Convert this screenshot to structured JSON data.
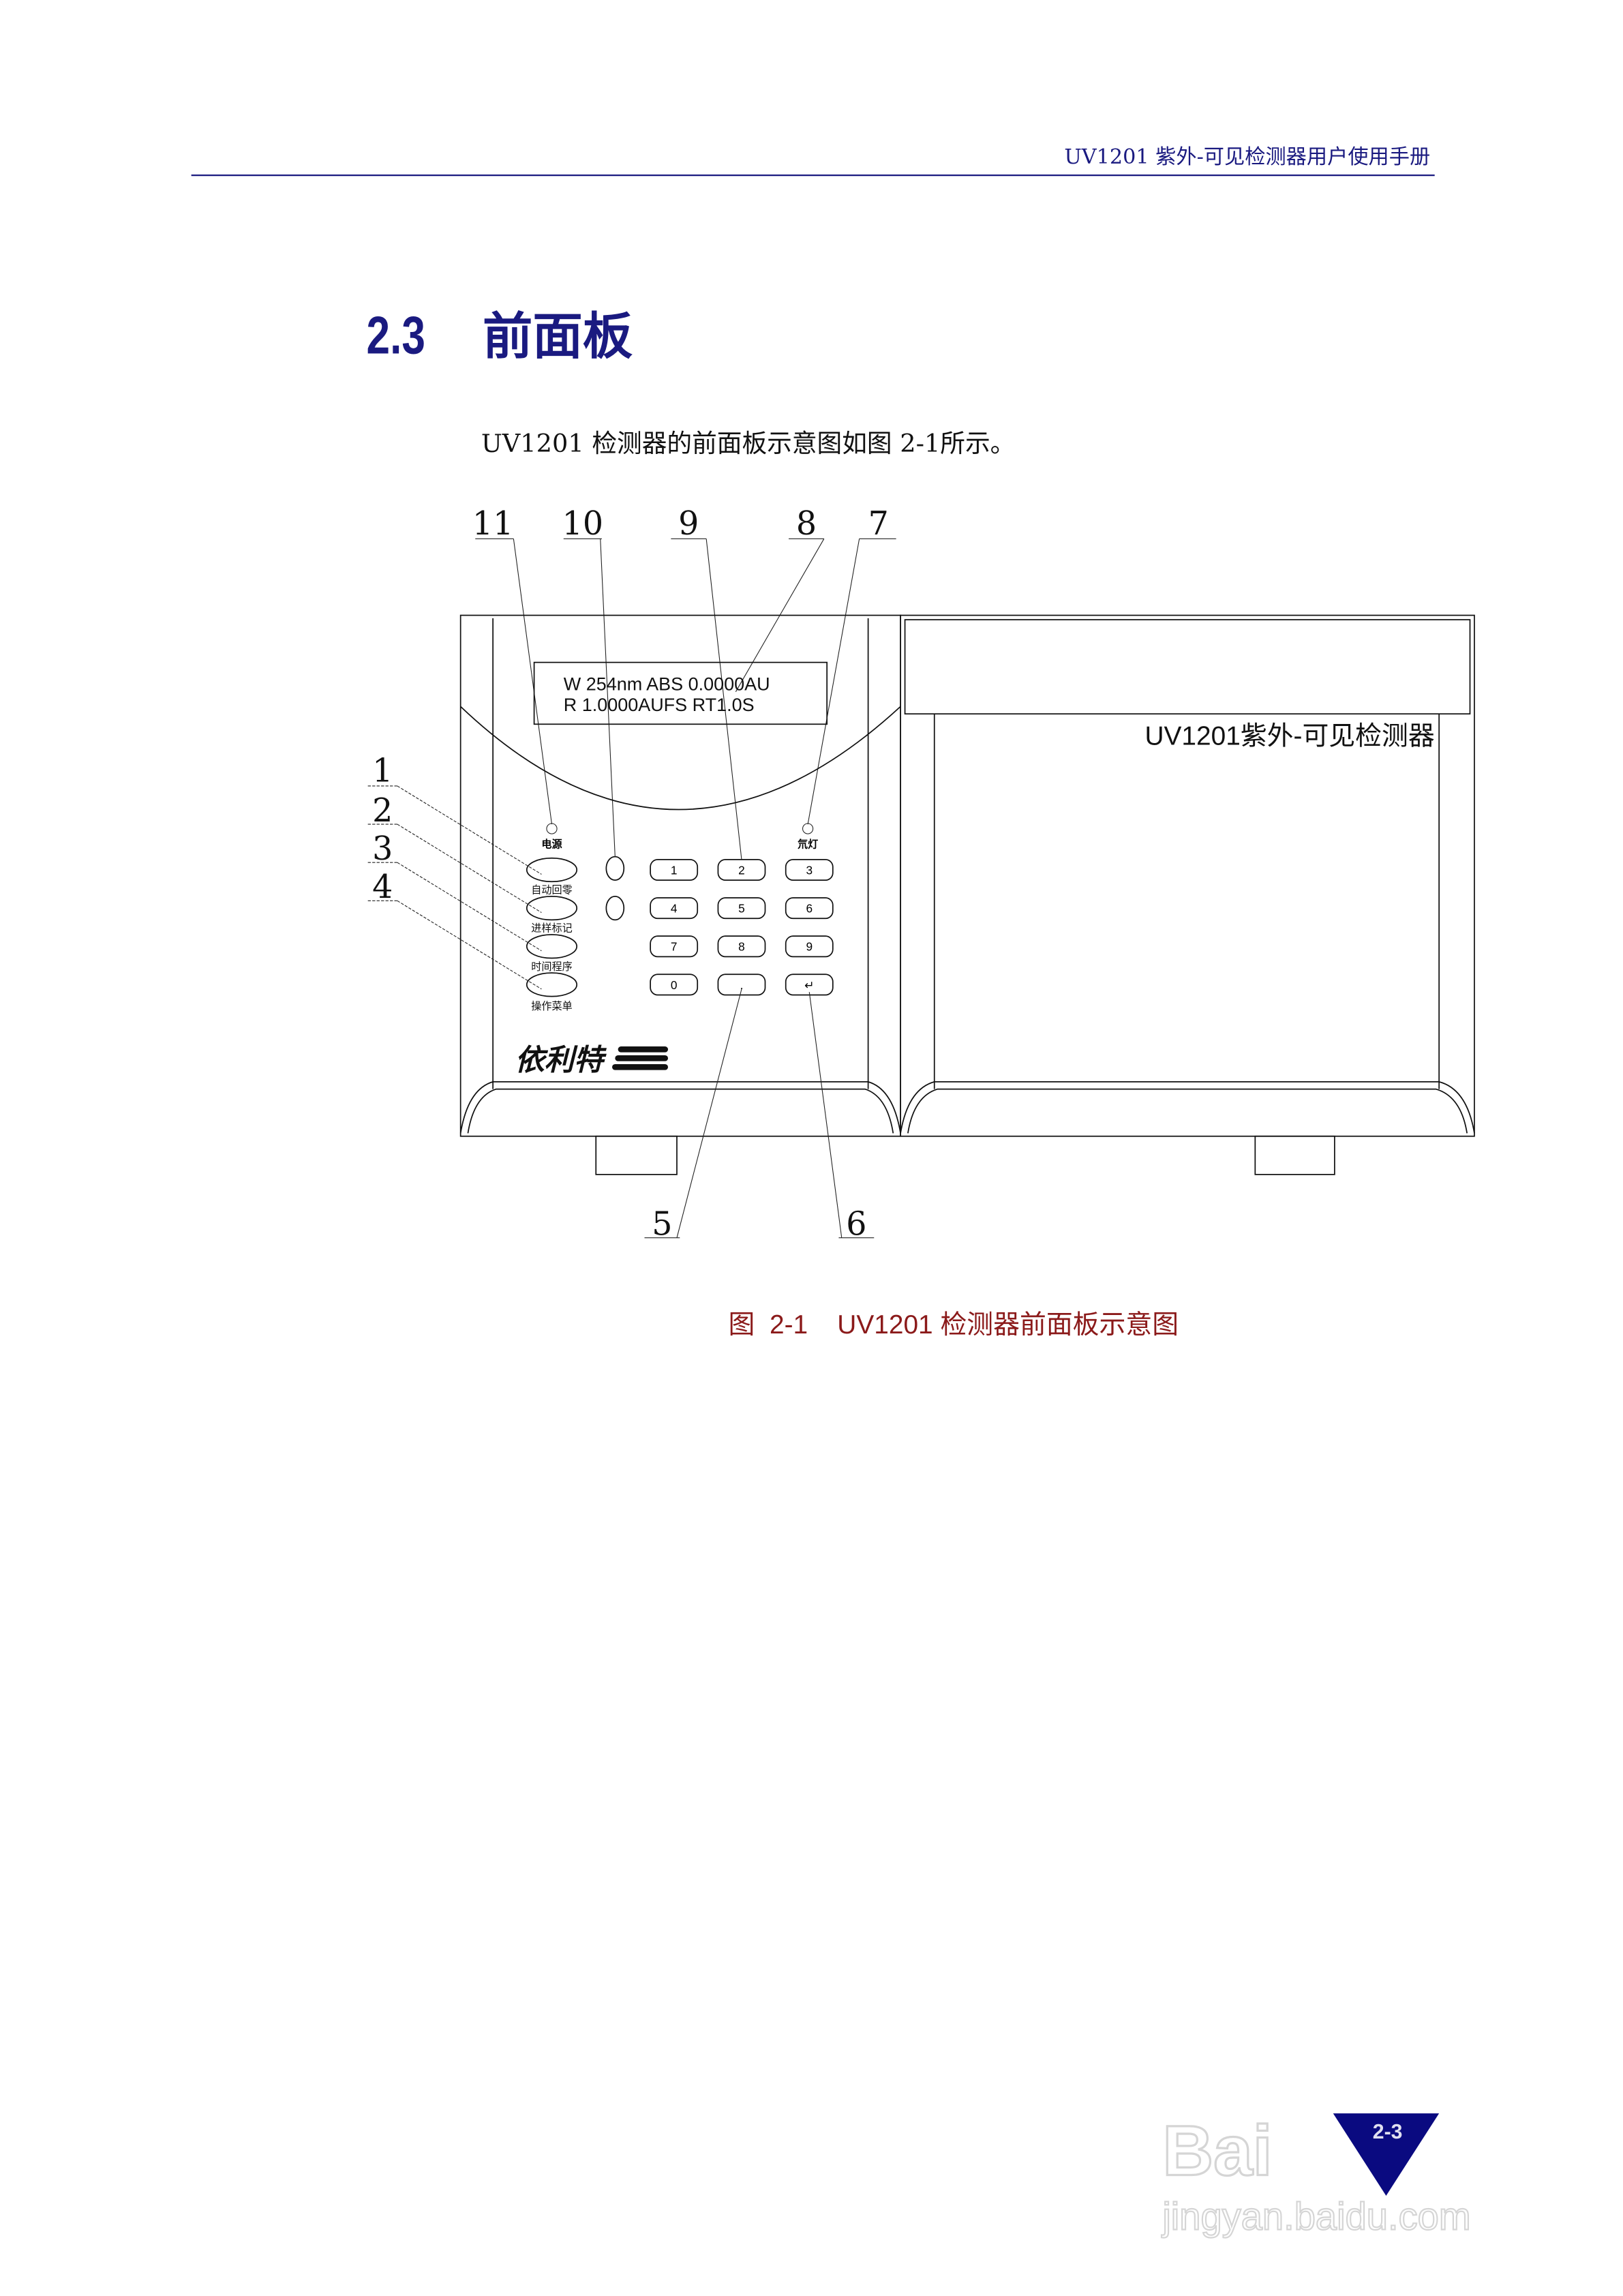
{
  "header": {
    "title": "UV1201 紫外-可见检测器用户使用手册"
  },
  "section": {
    "number": "2.3",
    "title": "前面板"
  },
  "body": {
    "intro": "UV1201 检测器的前面板示意图如图 2-1所示。"
  },
  "figure": {
    "callouts_top": [
      "11",
      "10",
      "9",
      "8",
      "7"
    ],
    "callouts_left": [
      "1",
      "2",
      "3",
      "4"
    ],
    "callouts_bottom": [
      "5",
      "6"
    ],
    "display_line1": "W 254nm  ABS 0.0000AU",
    "display_line2": "R 1.0000AUFS  RT1.0S",
    "led_power_label": "电源",
    "led_lamp_label": "氘灯",
    "function_keys": [
      "自动回零",
      "进样标记",
      "时间程序",
      "操作菜单"
    ],
    "keypad": [
      "1",
      "2",
      "3",
      "4",
      "5",
      "6",
      "7",
      "8",
      "9",
      "0",
      ".",
      "↵"
    ],
    "brand_logo": "依利特",
    "model_label": "UV1201紫外-可见检测器",
    "caption": "图  2-1    UV1201 检测器前面板示意图"
  },
  "footer": {
    "page_number": "2-3",
    "watermark": "Baidu经验 jingyan.baidu.com"
  },
  "colors": {
    "heading": "#1a1a80",
    "caption": "#8b1a1a",
    "page_badge": "#0a0a80"
  }
}
